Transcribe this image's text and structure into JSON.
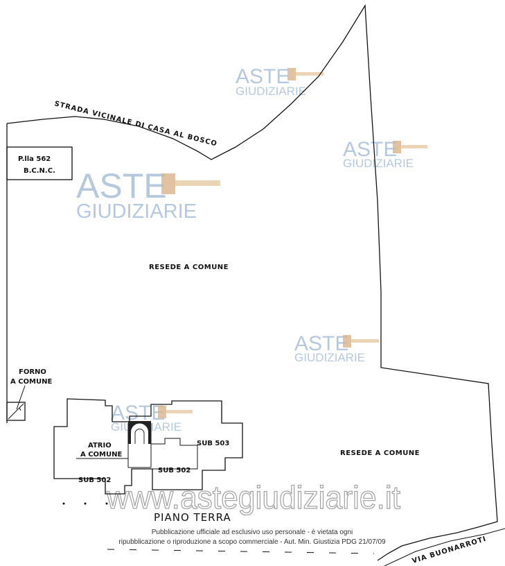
{
  "road_top": "STRADA VICINALE DI CASA AL BOSCO",
  "parcel": {
    "line1": "P.lla 562",
    "line2": "B.C.N.C."
  },
  "resede_top": "RESEDE A COMUNE",
  "resede_right": "RESEDE A COMUNE",
  "forno": {
    "line1": "FORNO",
    "line2": "A COMUNE"
  },
  "atrio": {
    "line1": "ATRIO",
    "line2": "A COMUNE"
  },
  "sub_502_left": "SUB 502",
  "sub_502_right": "SUB 502",
  "sub_503": "SUB 503",
  "floor_title": "PIANO TERRA",
  "road_bottom": "VIA BUONARROTI",
  "notice_line1": "Pubblicazione ufficiale ad esclusivo uso personale - è vietata ogni",
  "notice_line2": "ripubblicazione o riproduzione a scopo commerciale - Aut. Min. Giustizia PDG 21/07/09",
  "watermark": {
    "brand": "ASTE",
    "brand_sub": "GIUDIZIARIE",
    "url": "www.astegiudiziarie.it",
    "color": "#a9bfd8",
    "icon": "gavel-icon"
  }
}
